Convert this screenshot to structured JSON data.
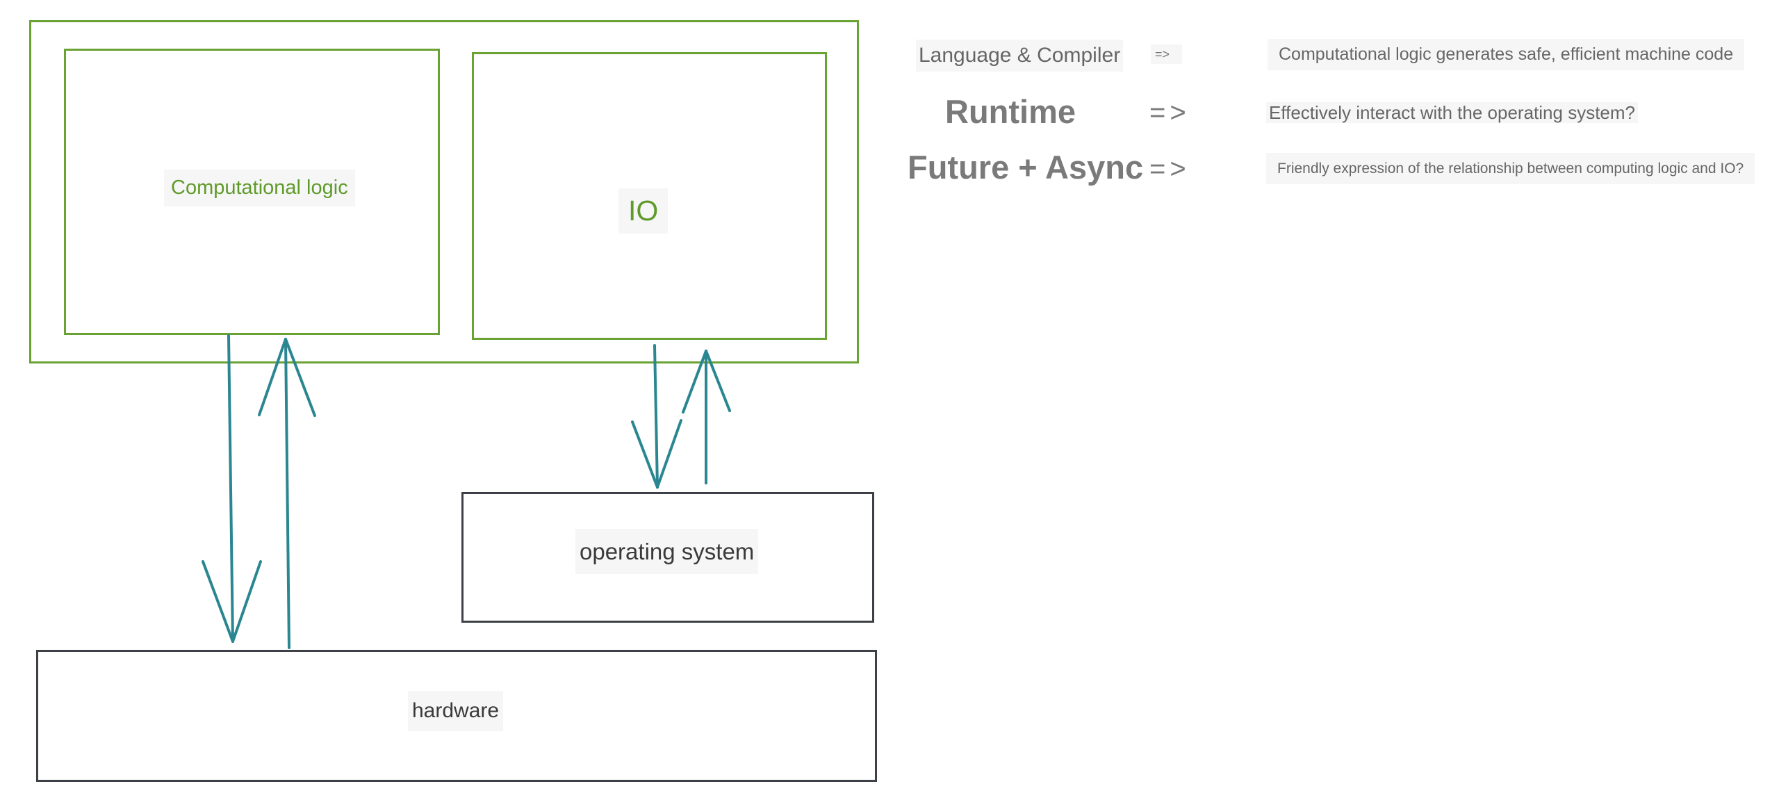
{
  "diagram": {
    "boxes": {
      "computational_logic": "Computational logic",
      "io": "IO",
      "operating_system": "operating system",
      "hardware": "hardware"
    },
    "legend": [
      {
        "name": "Language & Compiler",
        "arrow": "=>",
        "description": "Computational logic generates safe, efficient machine code"
      },
      {
        "name": "Runtime",
        "arrow": "=>",
        "description": "Effectively interact with the operating system?"
      },
      {
        "name": "Future + Async",
        "arrow": "=>",
        "description": "Friendly expression of the relationship between computing logic and IO?"
      }
    ],
    "colors": {
      "app_border": "#6aa233",
      "system_border": "#3d4147",
      "arrow": "#2a8691",
      "green_text": "#5f9a2a"
    }
  }
}
